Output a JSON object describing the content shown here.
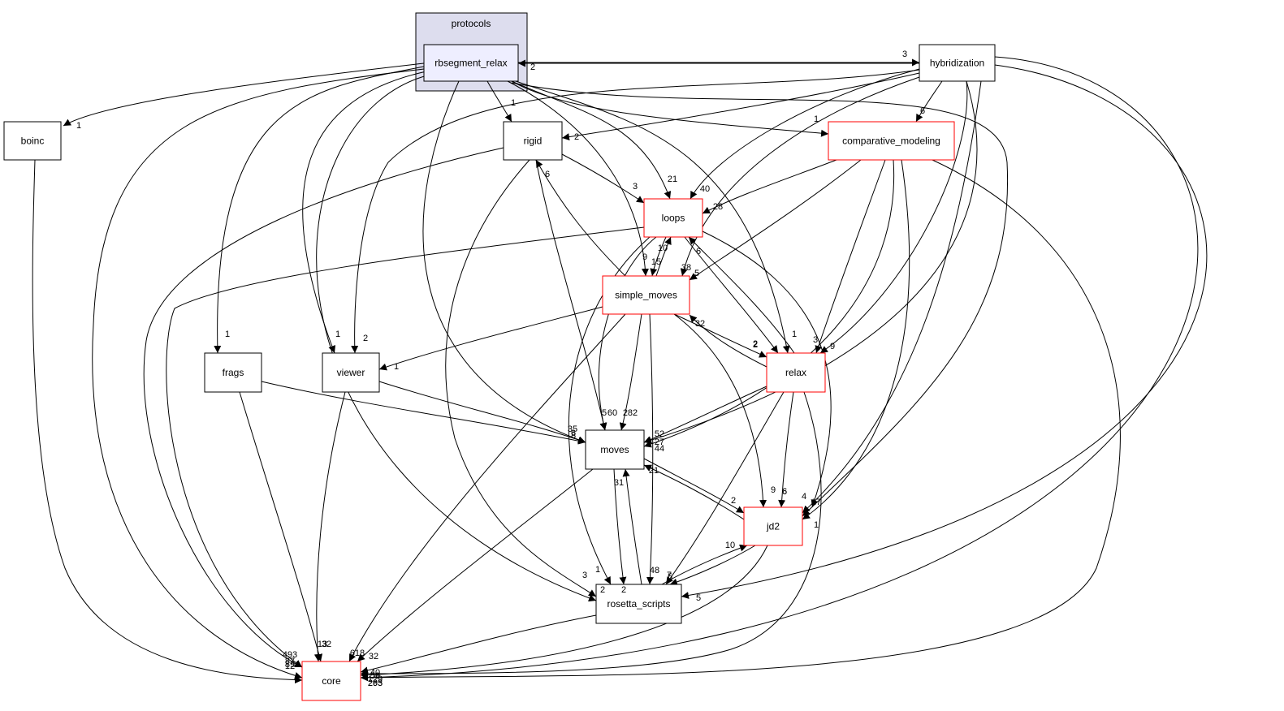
{
  "cluster": {
    "label": "protocols"
  },
  "nodes": {
    "rbsegment_relax": {
      "label": "rbsegment_relax",
      "border": "#000000",
      "fill": "#eeeeff"
    },
    "hybridization": {
      "label": "hybridization",
      "border": "#000000",
      "fill": "#ffffff"
    },
    "boinc": {
      "label": "boinc",
      "border": "#000000",
      "fill": "#ffffff"
    },
    "rigid": {
      "label": "rigid",
      "border": "#000000",
      "fill": "#ffffff"
    },
    "comparative_modeling": {
      "label": "comparative_modeling",
      "border": "#ff0000",
      "fill": "#ffffff"
    },
    "loops": {
      "label": "loops",
      "border": "#ff0000",
      "fill": "#ffffff"
    },
    "simple_moves": {
      "label": "simple_moves",
      "border": "#ff0000",
      "fill": "#ffffff"
    },
    "frags": {
      "label": "frags",
      "border": "#000000",
      "fill": "#ffffff"
    },
    "viewer": {
      "label": "viewer",
      "border": "#000000",
      "fill": "#ffffff"
    },
    "relax": {
      "label": "relax",
      "border": "#ff0000",
      "fill": "#ffffff"
    },
    "moves": {
      "label": "moves",
      "border": "#000000",
      "fill": "#ffffff"
    },
    "jd2": {
      "label": "jd2",
      "border": "#ff0000",
      "fill": "#ffffff"
    },
    "rosetta_scripts": {
      "label": "rosetta_scripts",
      "border": "#000000",
      "fill": "#ffffff"
    },
    "core": {
      "label": "core",
      "border": "#ff0000",
      "fill": "#ffffff"
    }
  },
  "edges": [
    {
      "from": "rbsegment_relax",
      "to": "hybridization",
      "label": "3"
    },
    {
      "from": "hybridization",
      "to": "rbsegment_relax",
      "label": "2"
    },
    {
      "from": "rbsegment_relax",
      "to": "boinc",
      "label": "1"
    },
    {
      "from": "rbsegment_relax",
      "to": "rigid",
      "label": "1"
    },
    {
      "from": "rbsegment_relax",
      "to": "comparative_modeling",
      "label": "1"
    },
    {
      "from": "rbsegment_relax",
      "to": "loops",
      "label": "21"
    },
    {
      "from": "rbsegment_relax",
      "to": "simple_moves",
      "label": "9"
    },
    {
      "from": "rbsegment_relax",
      "to": "frags",
      "label": "1"
    },
    {
      "from": "rbsegment_relax",
      "to": "viewer",
      "label": "1"
    },
    {
      "from": "rbsegment_relax",
      "to": "relax",
      "label": "1"
    },
    {
      "from": "rbsegment_relax",
      "to": "moves",
      "label": "35"
    },
    {
      "from": "rbsegment_relax",
      "to": "jd2",
      "label": "4"
    },
    {
      "from": "rbsegment_relax",
      "to": "rosetta_scripts",
      "label": "3"
    },
    {
      "from": "rbsegment_relax",
      "to": "core",
      "label": "493"
    },
    {
      "from": "hybridization",
      "to": "rigid",
      "label": "2"
    },
    {
      "from": "hybridization",
      "to": "comparative_modeling",
      "label": "6"
    },
    {
      "from": "hybridization",
      "to": "loops",
      "label": "40"
    },
    {
      "from": "hybridization",
      "to": "simple_moves",
      "label": "38"
    },
    {
      "from": "hybridization",
      "to": "viewer",
      "label": "2"
    },
    {
      "from": "hybridization",
      "to": "relax",
      "label": "9"
    },
    {
      "from": "hybridization",
      "to": "moves",
      "label": "52"
    },
    {
      "from": "hybridization",
      "to": "jd2",
      "label": "17"
    },
    {
      "from": "hybridization",
      "to": "rosetta_scripts",
      "label": "5"
    },
    {
      "from": "hybridization",
      "to": "core",
      "label": "295"
    },
    {
      "from": "comparative_modeling",
      "to": "loops",
      "label": "28"
    },
    {
      "from": "comparative_modeling",
      "to": "simple_moves",
      "label": "5"
    },
    {
      "from": "comparative_modeling",
      "to": "relax",
      "label": "3"
    },
    {
      "from": "comparative_modeling",
      "to": "moves",
      "label": "44"
    },
    {
      "from": "comparative_modeling",
      "to": "jd2",
      "label": "1"
    },
    {
      "from": "comparative_modeling",
      "to": "core",
      "label": "263"
    },
    {
      "from": "rigid",
      "to": "loops",
      "label": "3"
    },
    {
      "from": "rigid",
      "to": "moves",
      "label": "60"
    },
    {
      "from": "rigid",
      "to": "rosetta_scripts",
      "label": "1"
    },
    {
      "from": "rigid",
      "to": "core",
      "label": "87"
    },
    {
      "from": "boinc",
      "to": "core",
      "label": "12"
    },
    {
      "from": "loops",
      "to": "simple_moves",
      "label": "15"
    },
    {
      "from": "simple_moves",
      "to": "loops",
      "label": "10"
    },
    {
      "from": "simple_moves",
      "to": "rigid",
      "label": "6"
    },
    {
      "from": "loops",
      "to": "relax",
      "label": "2"
    },
    {
      "from": "relax",
      "to": "loops",
      "label": "6"
    },
    {
      "from": "loops",
      "to": "moves",
      "label": "5"
    },
    {
      "from": "loops",
      "to": "jd2",
      "label": "6"
    },
    {
      "from": "loops",
      "to": "rosetta_scripts",
      "label": "2"
    },
    {
      "from": "loops",
      "to": "core",
      "label": "89"
    },
    {
      "from": "simple_moves",
      "to": "viewer",
      "label": "1"
    },
    {
      "from": "simple_moves",
      "to": "relax",
      "label": "2"
    },
    {
      "from": "relax",
      "to": "simple_moves",
      "label": "32"
    },
    {
      "from": "simple_moves",
      "to": "moves",
      "label": "282"
    },
    {
      "from": "simple_moves",
      "to": "jd2",
      "label": "9"
    },
    {
      "from": "simple_moves",
      "to": "rosetta_scripts",
      "label": "48"
    },
    {
      "from": "simple_moves",
      "to": "core",
      "label": "618"
    },
    {
      "from": "frags",
      "to": "moves",
      "label": "6"
    },
    {
      "from": "frags",
      "to": "core",
      "label": "32"
    },
    {
      "from": "viewer",
      "to": "moves",
      "label": "8"
    },
    {
      "from": "viewer",
      "to": "core",
      "label": "13"
    },
    {
      "from": "relax",
      "to": "moves",
      "label": "27"
    },
    {
      "from": "relax",
      "to": "jd2",
      "label": "6"
    },
    {
      "from": "relax",
      "to": "rosetta_scripts",
      "label": "7"
    },
    {
      "from": "relax",
      "to": "core",
      "label": "59"
    },
    {
      "from": "moves",
      "to": "jd2",
      "label": "2"
    },
    {
      "from": "jd2",
      "to": "moves",
      "label": "21"
    },
    {
      "from": "moves",
      "to": "rosetta_scripts",
      "label": "2"
    },
    {
      "from": "rosetta_scripts",
      "to": "moves",
      "label": "31"
    },
    {
      "from": "moves",
      "to": "core",
      "label": "32"
    },
    {
      "from": "jd2",
      "to": "rosetta_scripts",
      "label": "5"
    },
    {
      "from": "rosetta_scripts",
      "to": "jd2",
      "label": "10"
    },
    {
      "from": "jd2",
      "to": "core",
      "label": "40"
    },
    {
      "from": "rosetta_scripts",
      "to": "core",
      "label": "129"
    }
  ]
}
